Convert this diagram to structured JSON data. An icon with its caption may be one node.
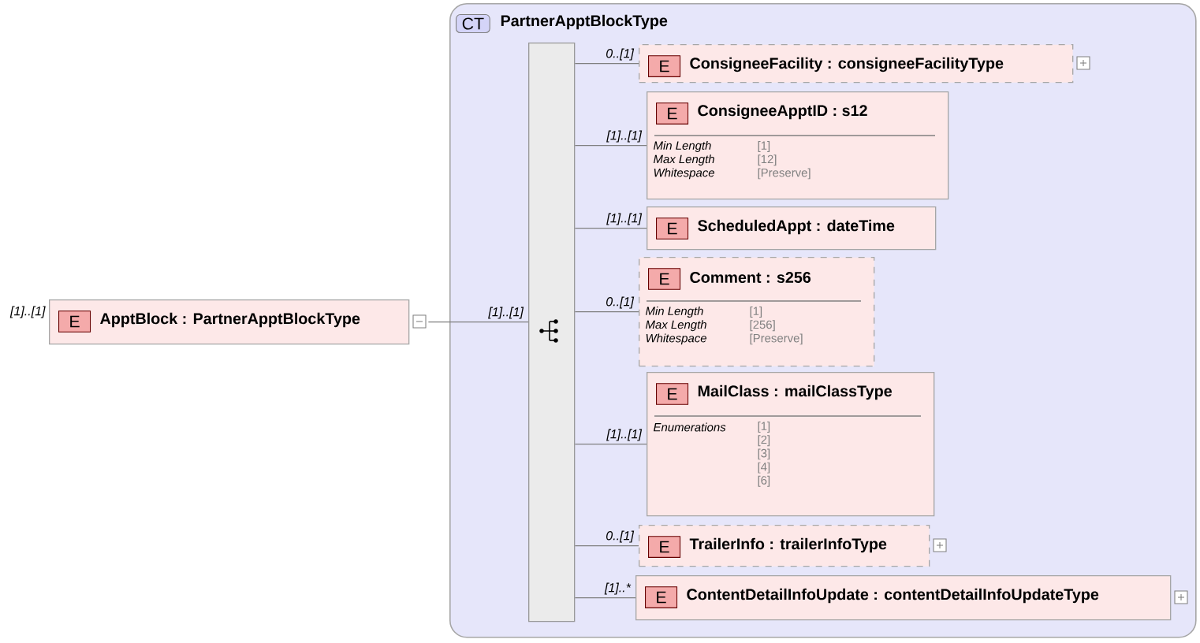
{
  "diagram": {
    "nodes": [
      {
        "text": [
          "E",
          "ApptBlock : PartnerApptBlockType"
        ],
        "beside": [
          "[1]..[1]"
        ]
      },
      {
        "text": [
          "CT",
          "PartnerApptBlockType"
        ]
      },
      {
        "text": [],
        "shape": "bar",
        "in": 1
      },
      {
        "text": [
          "E",
          "ConsigneeFacility : consigneeFacilityType"
        ],
        "in": 1
      },
      {
        "text": [
          "E",
          "ConsigneeApptID : s12",
          "Min Length",
          "[1]",
          "Max Length",
          "[12]",
          "Whitespace",
          "[Preserve]"
        ],
        "in": 1
      },
      {
        "text": [
          "E",
          "ScheduledAppt : dateTime"
        ],
        "in": 1
      },
      {
        "text": [
          "E",
          "Comment : s256",
          "Min Length",
          "[1]",
          "Max Length",
          "[256]",
          "Whitespace",
          "[Preserve]"
        ],
        "in": 1
      },
      {
        "text": [
          "E",
          "MailClass : mailClassType",
          "Enumerations",
          "[1]",
          "[2]",
          "[3]",
          "[4]",
          "[6]"
        ],
        "in": 1
      },
      {
        "text": [
          "E",
          "TrailerInfo : trailerInfoType"
        ],
        "in": 1
      },
      {
        "text": [
          "E",
          "ContentDetailInfoUpdate : contentDetailInfoUpdateType"
        ],
        "in": 1
      }
    ],
    "edges": [
      {
        "from": 0,
        "to": 2,
        "arrow": "none",
        "label": "[1]..[1]"
      },
      {
        "from": 2,
        "to": 3,
        "arrow": "none",
        "label": "0..[1]"
      },
      {
        "from": 2,
        "to": 4,
        "arrow": "none",
        "label": "[1]..[1]"
      },
      {
        "from": 2,
        "to": 5,
        "arrow": "none",
        "label": "[1]..[1]"
      },
      {
        "from": 2,
        "to": 6,
        "arrow": "none",
        "label": "0..[1]"
      },
      {
        "from": 2,
        "to": 7,
        "arrow": "none",
        "label": "[1]..[1]"
      },
      {
        "from": 2,
        "to": 8,
        "arrow": "none",
        "label": "0..[1]"
      },
      {
        "from": 2,
        "to": 9,
        "arrow": "none",
        "label": "[1]..*"
      }
    ]
  }
}
